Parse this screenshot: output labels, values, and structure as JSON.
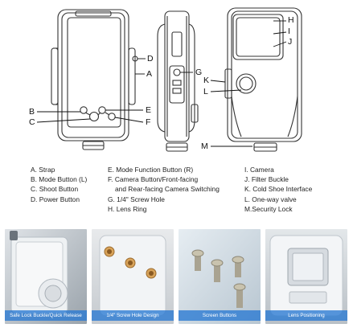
{
  "callouts": {
    "A": "A",
    "B": "B",
    "C": "C",
    "D": "D",
    "E": "E",
    "F": "F",
    "G": "G",
    "H": "H",
    "I": "I",
    "J": "J",
    "K": "K",
    "L": "L",
    "M": "M"
  },
  "legend": {
    "col1": [
      "A. Strap",
      "B. Mode Button (L)",
      "C. Shoot Button",
      "D. Power Button"
    ],
    "col2": [
      "E. Mode Function Button (R)",
      "F. Camera Button/Front-facing",
      "and Rear-facing Camera Switching",
      "G. 1/4\" Screw Hole",
      "H. Lens Ring"
    ],
    "col3": [
      "I. Camera",
      "J. Filter Buckle",
      "K. Cold Shoe Interface",
      "L. One-way valve",
      "M.Security Lock"
    ]
  },
  "photos": [
    {
      "caption": "Safe Lock Buckle/Quick Release"
    },
    {
      "caption": "1/4\"  Screw Hole Design"
    },
    {
      "caption": "Screen Buttons"
    },
    {
      "caption": "Lens Positioning"
    }
  ],
  "colors": {
    "caption_bg": "#2f7fd2",
    "housing_stroke": "#333333"
  }
}
